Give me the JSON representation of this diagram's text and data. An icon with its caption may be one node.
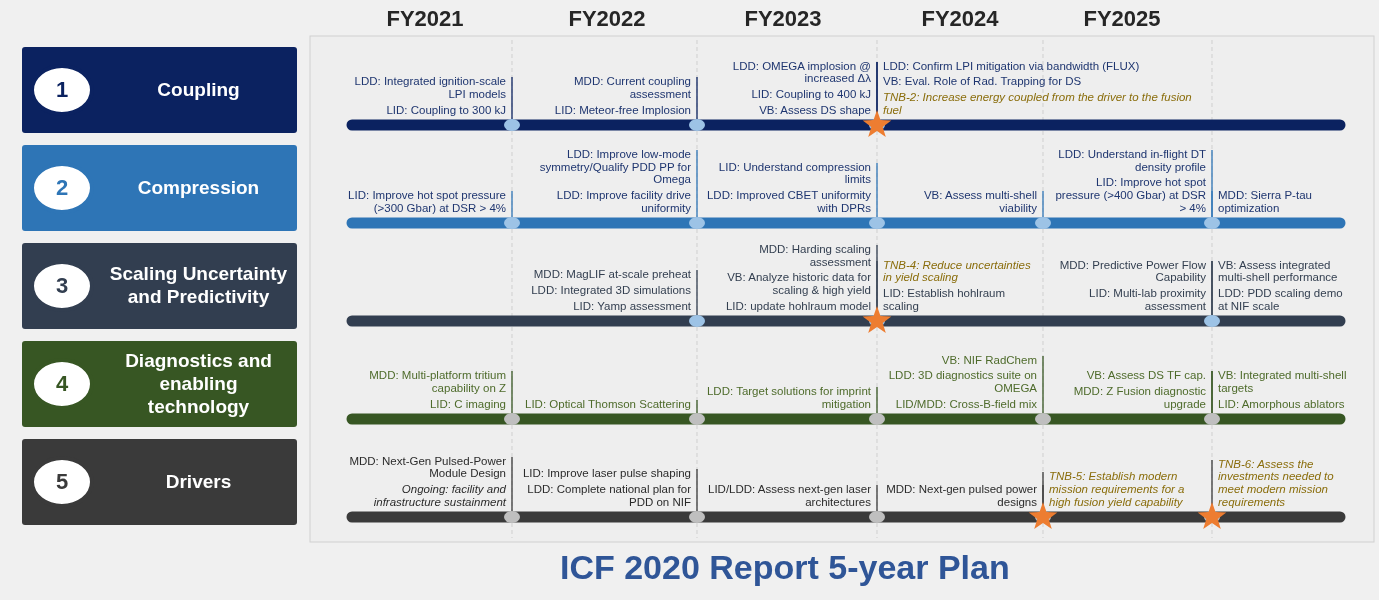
{
  "diagram": {
    "title": "ICF 2020 Report 5-year Plan",
    "nodes": [
      {
        "text": [
          "1",
          "Coupling"
        ]
      },
      {
        "text": [
          "2",
          "Compression"
        ]
      },
      {
        "text": [
          "3",
          "Scaling Uncertainty and Predictivity"
        ]
      },
      {
        "text": [
          "4",
          "Diagnostics and enabling technology"
        ]
      },
      {
        "text": [
          "5",
          "Drivers"
        ]
      }
    ],
    "labels": [
      "FY2021",
      "FY2022",
      "FY2023",
      "FY2024",
      "FY2025",
      "LDD: Integrated ignition-scale LPI models",
      "LID: Coupling to 300 kJ",
      "MDD: Current coupling assessment",
      "LID: Meteor-free Implosion",
      "LDD: OMEGA implosion @ increased Δλ",
      "LID: Coupling to 400 kJ",
      "VB: Assess DS shape",
      "LDD: Confirm LPI mitigation via bandwidth (FLUX)",
      "VB: Eval. Role of Rad. Trapping for DS",
      "TNB-2: Increase energy coupled from the driver to the fusion fuel",
      "LDD: Improve low-mode symmetry/Qualify PDD PP for Omega",
      "LID: Improve hot spot pressure (>300 Gbar) at DSR > 4%",
      "LDD: Improve facility drive uniformity",
      "LID: Understand compression limits",
      "LDD: Improved CBET uniformity with DPRs",
      "VB: Assess multi-shell viability",
      "LDD: Understand in-flight DT density profile",
      "LID: Improve hot spot pressure (>400 Gbar) at DSR > 4%",
      "MDD: Sierra P-tau optimization",
      "MDD: MagLIF at-scale preheat",
      "LDD: Integrated 3D simulations",
      "LID: Yamp assessment",
      "MDD: Harding scaling assessment",
      "VB: Analyze historic data for scaling & high yield",
      "LID: update hohlraum model",
      "TNB-4: Reduce uncertainties in yield scaling",
      "LID: Establish hohlraum scaling",
      "MDD: Predictive Power Flow Capability",
      "LID: Multi-lab proximity assessment",
      "VB: Assess integrated multi-shell performance",
      "LDD: PDD scaling demo at NIF scale",
      "MDD: Multi-platform tritium capability on Z",
      "LID: C imaging",
      "LID: Optical Thomson Scattering",
      "LDD: Target solutions for imprint mitigation",
      "VB: NIF RadChem",
      "LDD: 3D diagnostics suite on OMEGA",
      "LID/MDD: Cross-B-field mix",
      "VB: Assess DS TF cap.",
      "MDD: Z Fusion diagnostic upgrade",
      "VB: Integrated multi-shell targets",
      "LID: Amorphous ablators",
      "MDD: Next-Gen Pulsed-Power Module Design",
      "Ongoing: facility and infrastructure sustainment",
      "LID: Improve laser pulse shaping",
      "LDD: Complete national plan for PDD on NIF",
      "LID/LDD: Assess next-gen laser architectures",
      "MDD: Next-gen pulsed power designs",
      "TNB-5: Establish modern mission requirements for a high fusion yield capability",
      "TNB-6: Assess the investments needed to meet modern mission requirements"
    ]
  }
}
